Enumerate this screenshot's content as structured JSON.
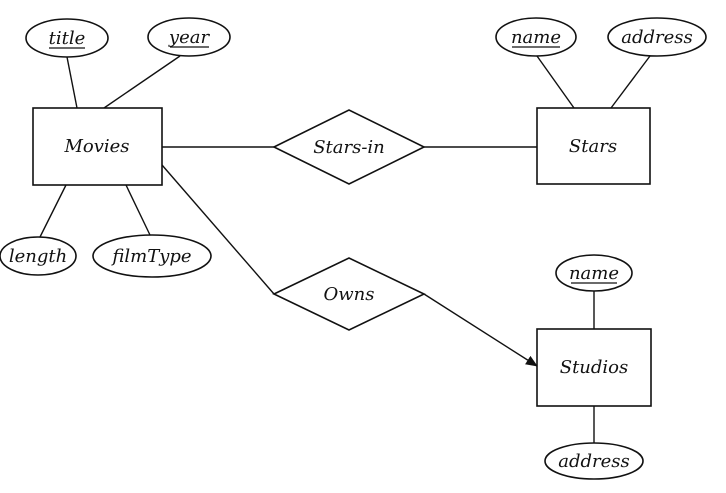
{
  "entities": {
    "movies": "Movies",
    "stars": "Stars",
    "studios": "Studios"
  },
  "relationships": {
    "stars_in": "Stars-in",
    "owns": "Owns"
  },
  "attributes": {
    "movies_title": "title",
    "movies_year": "year",
    "movies_length": "length",
    "movies_filmtype": "filmType",
    "stars_name": "name",
    "stars_address": "address",
    "studios_name": "name",
    "studios_address": "address"
  },
  "keys": [
    "movies_title",
    "movies_year",
    "stars_name",
    "studios_name"
  ]
}
